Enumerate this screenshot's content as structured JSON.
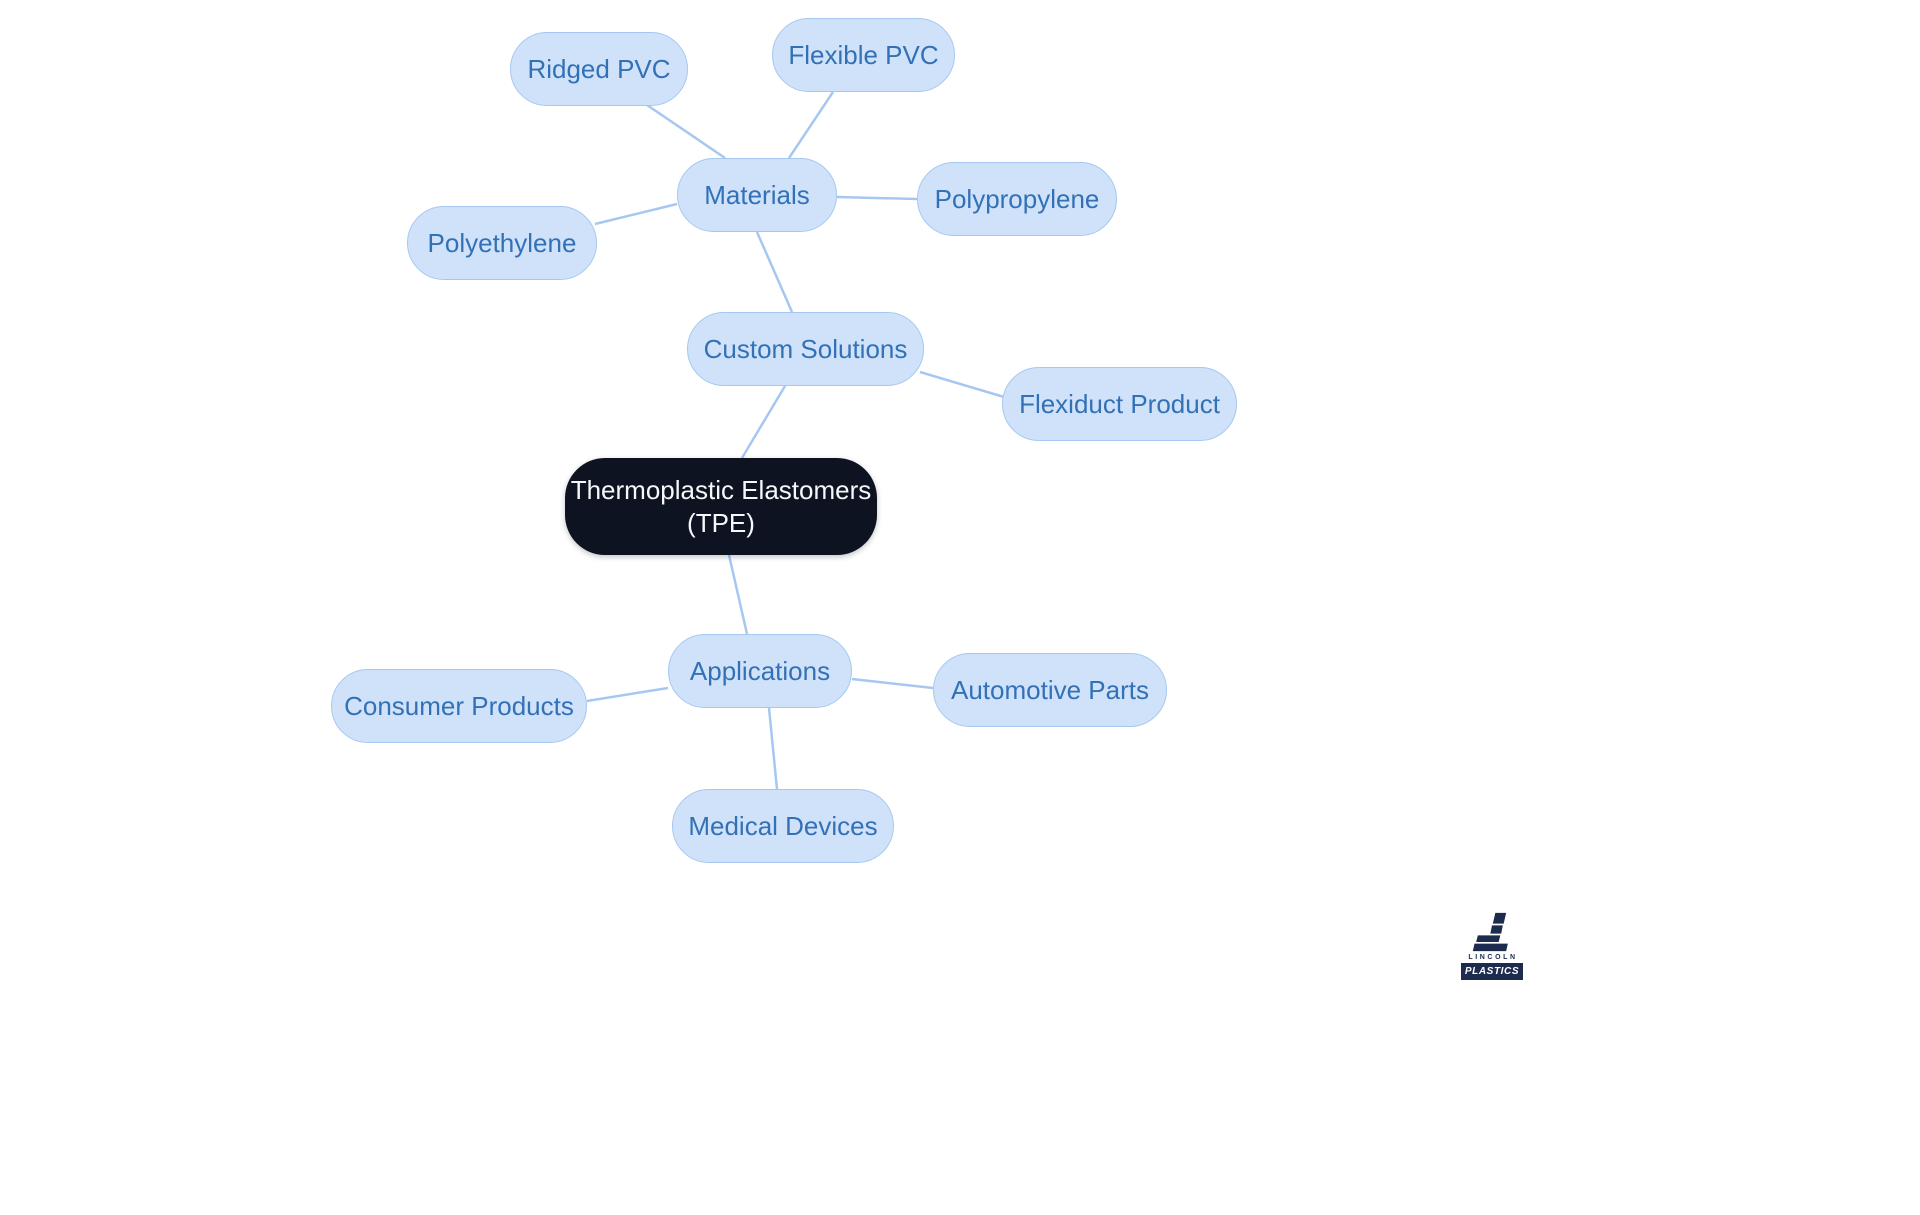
{
  "diagram": {
    "type": "mindmap",
    "root": {
      "line1": "Thermoplastic Elastomers",
      "line2": "(TPE)"
    },
    "nodes": {
      "materials": "Materials",
      "ridged_pvc": "Ridged PVC",
      "flexible_pvc": "Flexible PVC",
      "polyethylene": "Polyethylene",
      "polypropylene": "Polypropylene",
      "custom_solutions": "Custom Solutions",
      "flexiduct_product": "Flexiduct Product",
      "applications": "Applications",
      "consumer_products": "Consumer Products",
      "automotive_parts": "Automotive Parts",
      "medical_devices": "Medical Devices"
    },
    "edges": [
      [
        "Materials",
        "Ridged PVC"
      ],
      [
        "Materials",
        "Flexible PVC"
      ],
      [
        "Materials",
        "Polyethylene"
      ],
      [
        "Materials",
        "Polypropylene"
      ],
      [
        "Custom Solutions",
        "Materials"
      ],
      [
        "Custom Solutions",
        "Flexiduct Product"
      ],
      [
        "Thermoplastic Elastomers (TPE)",
        "Custom Solutions"
      ],
      [
        "Thermoplastic Elastomers (TPE)",
        "Applications"
      ],
      [
        "Applications",
        "Consumer Products"
      ],
      [
        "Applications",
        "Automotive Parts"
      ],
      [
        "Applications",
        "Medical Devices"
      ]
    ]
  },
  "logo": {
    "name": "LINCOLN",
    "sub": "PLASTICS"
  },
  "colors": {
    "node-fill": "#cfe2f9",
    "node-border": "#a6c8f0",
    "node-text": "#3371b7",
    "edge": "#a6c8f0",
    "root-fill": "#0d1320",
    "root-text": "#f5f7fa",
    "logo-navy": "#1d2b4f"
  }
}
